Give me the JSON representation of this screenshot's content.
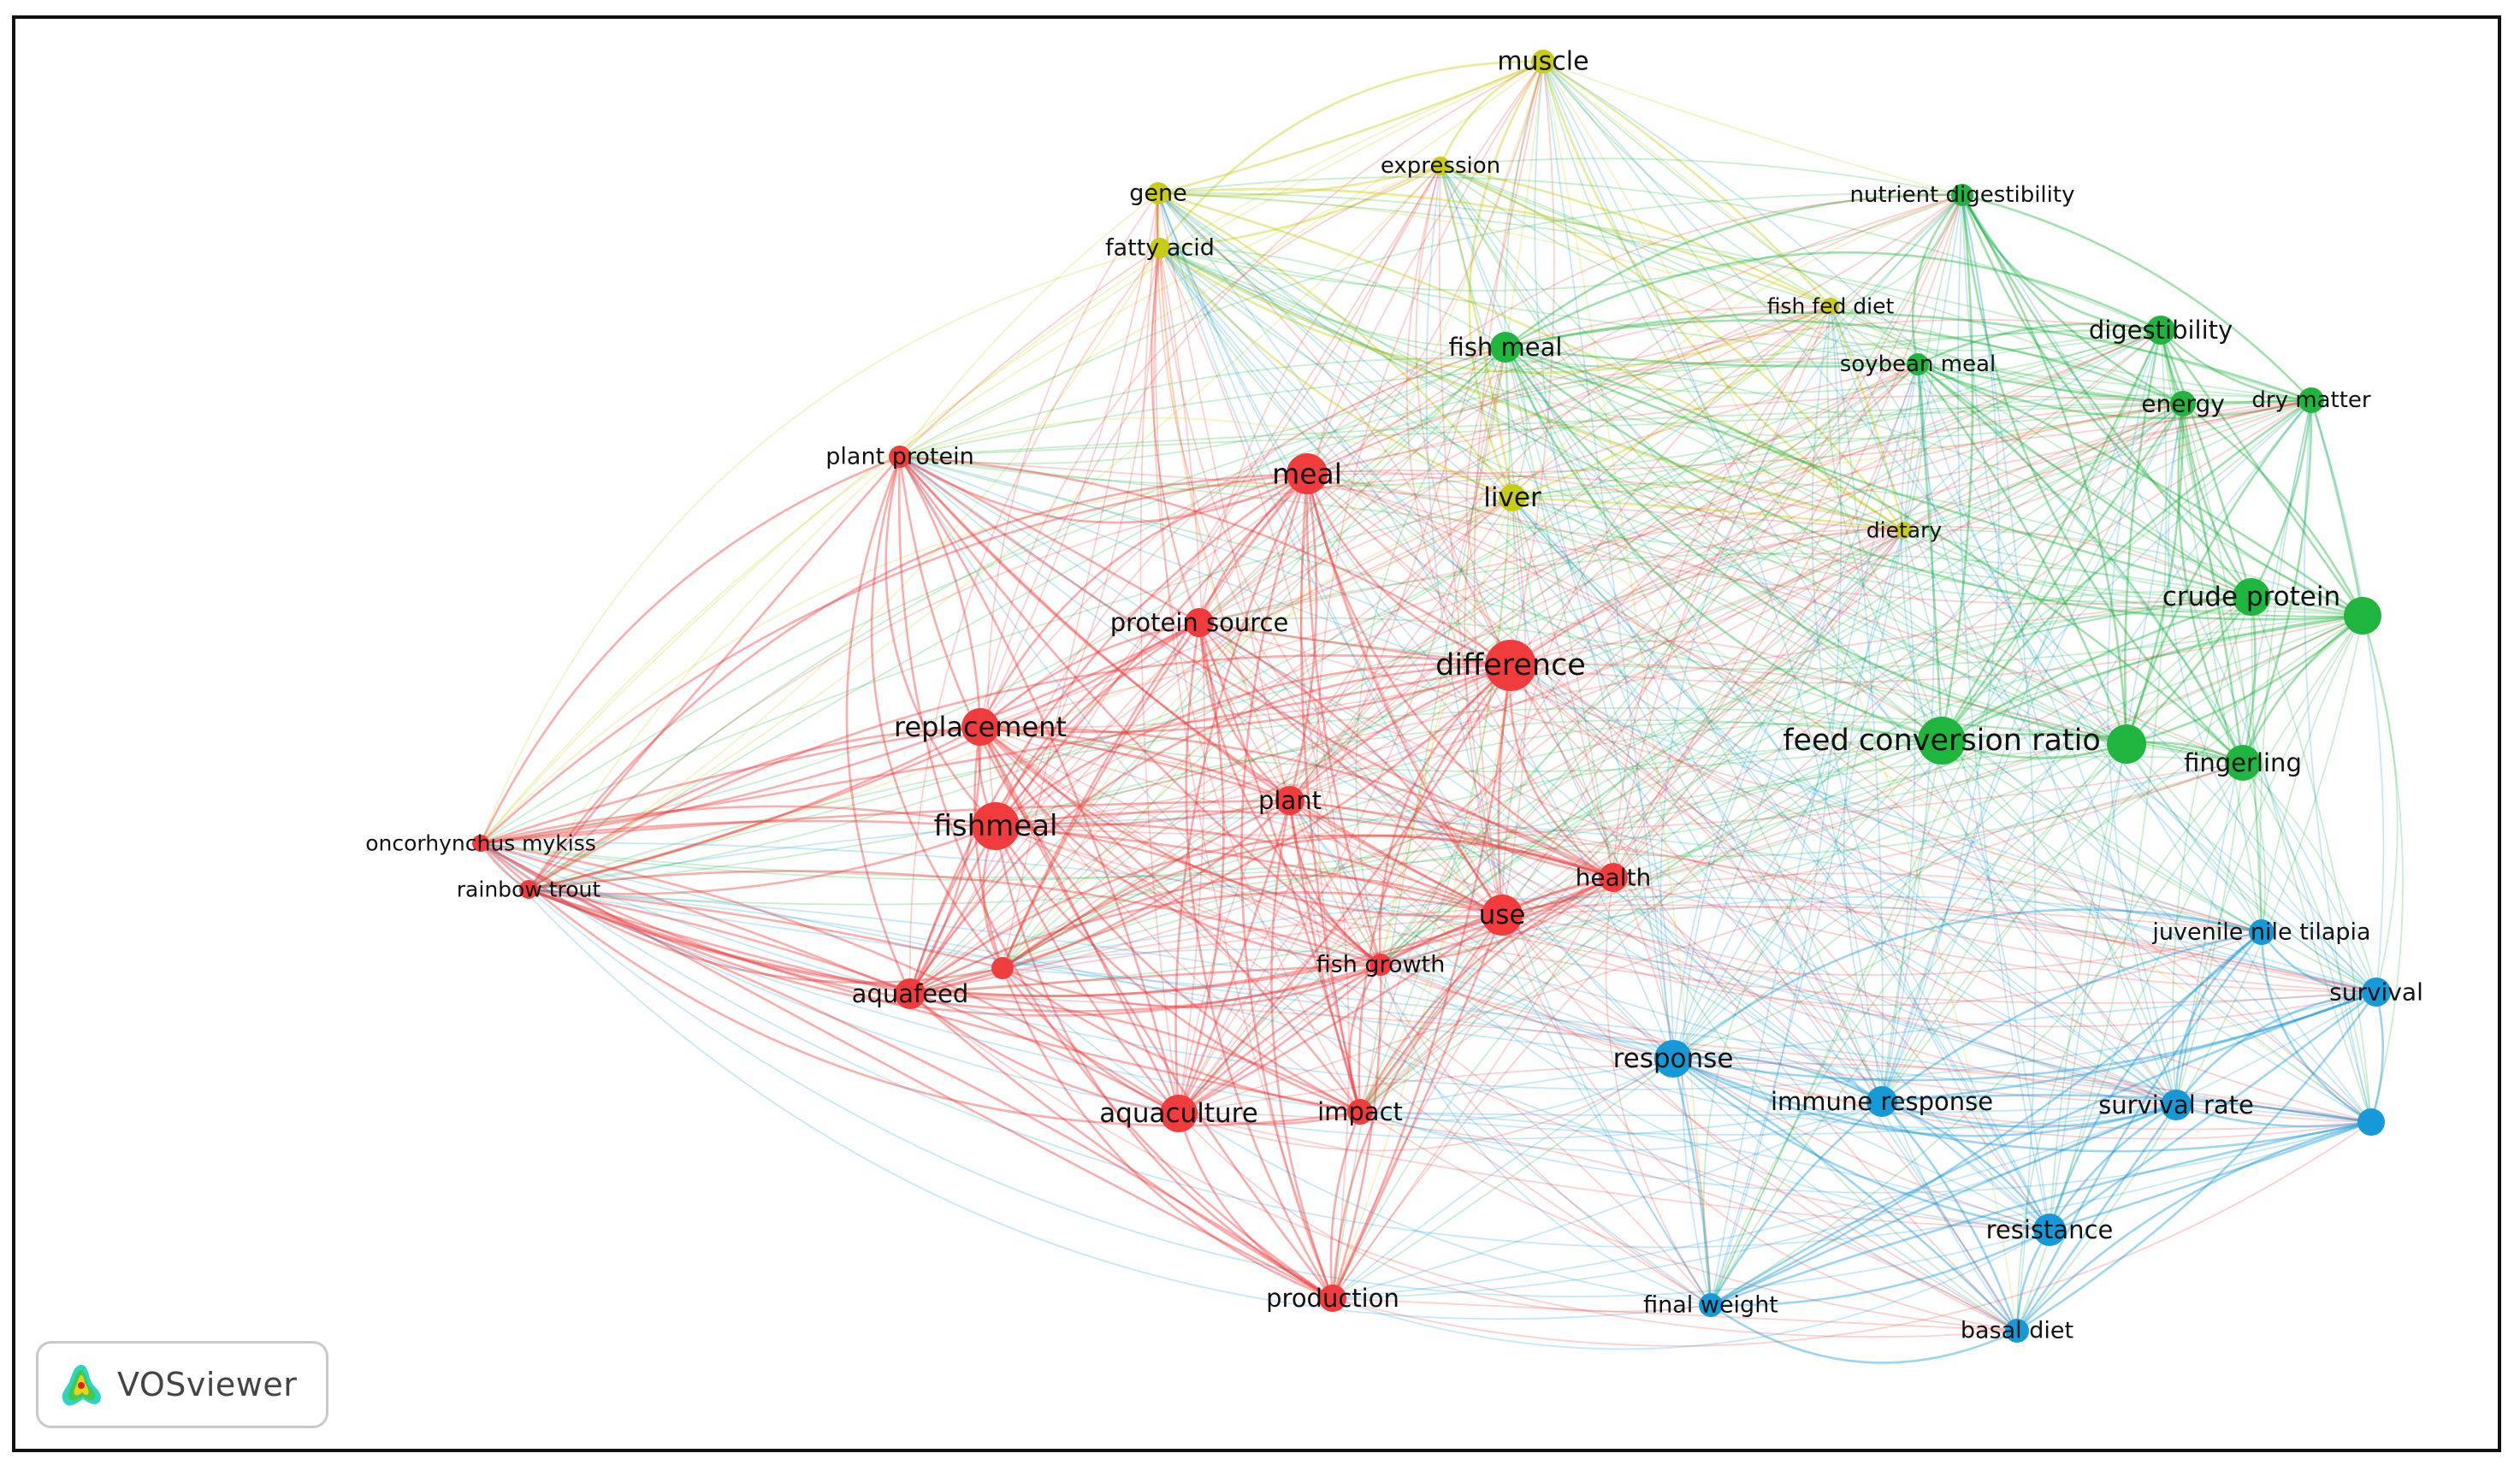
{
  "colors": {
    "red": "#f03c3c",
    "green": "#1fb53f",
    "blue": "#1799d8",
    "yellow": "#c9cc16"
  },
  "logo": {
    "name": "vosviewer-logo-icon",
    "text": "VOSviewer"
  },
  "nodes": [
    {
      "id": "muscle",
      "label": "muscle",
      "cluster": "yellow"
    },
    {
      "id": "expression",
      "label": "expression",
      "cluster": "yellow"
    },
    {
      "id": "gene",
      "label": "gene",
      "cluster": "yellow"
    },
    {
      "id": "fatty_acid",
      "label": "fatty acid",
      "cluster": "yellow"
    },
    {
      "id": "fish_fed_diet",
      "label": "fish fed diet",
      "cluster": "yellow"
    },
    {
      "id": "liver",
      "label": "liver",
      "cluster": "yellow"
    },
    {
      "id": "dietary",
      "label": "dietary",
      "cluster": "yellow"
    },
    {
      "id": "nutrient_digestibility",
      "label": "nutrient digestibility",
      "cluster": "green"
    },
    {
      "id": "digestibility",
      "label": "digestibility",
      "cluster": "green"
    },
    {
      "id": "fish_meal",
      "label": "fish meal",
      "cluster": "green"
    },
    {
      "id": "soybean_meal",
      "label": "soybean meal",
      "cluster": "green"
    },
    {
      "id": "energy",
      "label": "energy",
      "cluster": "green"
    },
    {
      "id": "dry_matter",
      "label": "dry matter",
      "cluster": "green"
    },
    {
      "id": "crude_protein",
      "label": "crude protein",
      "cluster": "green"
    },
    {
      "id": "green_unlabeled_1",
      "label": "",
      "cluster": "green"
    },
    {
      "id": "feed_conversion_ratio",
      "label": "feed conversion ratio",
      "cluster": "green"
    },
    {
      "id": "green_unlabeled_2",
      "label": "",
      "cluster": "green"
    },
    {
      "id": "fingerling",
      "label": "fingerling",
      "cluster": "green"
    },
    {
      "id": "plant_protein",
      "label": "plant protein",
      "cluster": "red"
    },
    {
      "id": "meal",
      "label": "meal",
      "cluster": "red"
    },
    {
      "id": "protein_source",
      "label": "protein source",
      "cluster": "red"
    },
    {
      "id": "difference",
      "label": "difference",
      "cluster": "red"
    },
    {
      "id": "replacement",
      "label": "replacement",
      "cluster": "red"
    },
    {
      "id": "fishmeal",
      "label": "fishmeal",
      "cluster": "red"
    },
    {
      "id": "plant",
      "label": "plant",
      "cluster": "red"
    },
    {
      "id": "oncorhynchus_mykiss",
      "label": "oncorhynchus mykiss",
      "cluster": "red"
    },
    {
      "id": "rainbow_trout",
      "label": "rainbow trout",
      "cluster": "red"
    },
    {
      "id": "health",
      "label": "health",
      "cluster": "red"
    },
    {
      "id": "use",
      "label": "use",
      "cluster": "red"
    },
    {
      "id": "red_unlabeled",
      "label": "",
      "cluster": "red"
    },
    {
      "id": "fish_growth",
      "label": "fish growth",
      "cluster": "red"
    },
    {
      "id": "aquafeed",
      "label": "aquafeed",
      "cluster": "red"
    },
    {
      "id": "aquaculture",
      "label": "aquaculture",
      "cluster": "red"
    },
    {
      "id": "impact",
      "label": "impact",
      "cluster": "red"
    },
    {
      "id": "production",
      "label": "production",
      "cluster": "red"
    },
    {
      "id": "juvenile_nile_tilapia",
      "label": "juvenile nile tilapia",
      "cluster": "blue"
    },
    {
      "id": "survival",
      "label": "survival",
      "cluster": "blue"
    },
    {
      "id": "response",
      "label": "response",
      "cluster": "blue"
    },
    {
      "id": "immune_response",
      "label": "immune response",
      "cluster": "blue"
    },
    {
      "id": "survival_rate",
      "label": "survival rate",
      "cluster": "blue"
    },
    {
      "id": "blue_unlabeled",
      "label": "",
      "cluster": "blue"
    },
    {
      "id": "resistance",
      "label": "resistance",
      "cluster": "blue"
    },
    {
      "id": "final_weight",
      "label": "final weight",
      "cluster": "blue"
    },
    {
      "id": "basal_diet",
      "label": "basal diet",
      "cluster": "blue"
    }
  ]
}
